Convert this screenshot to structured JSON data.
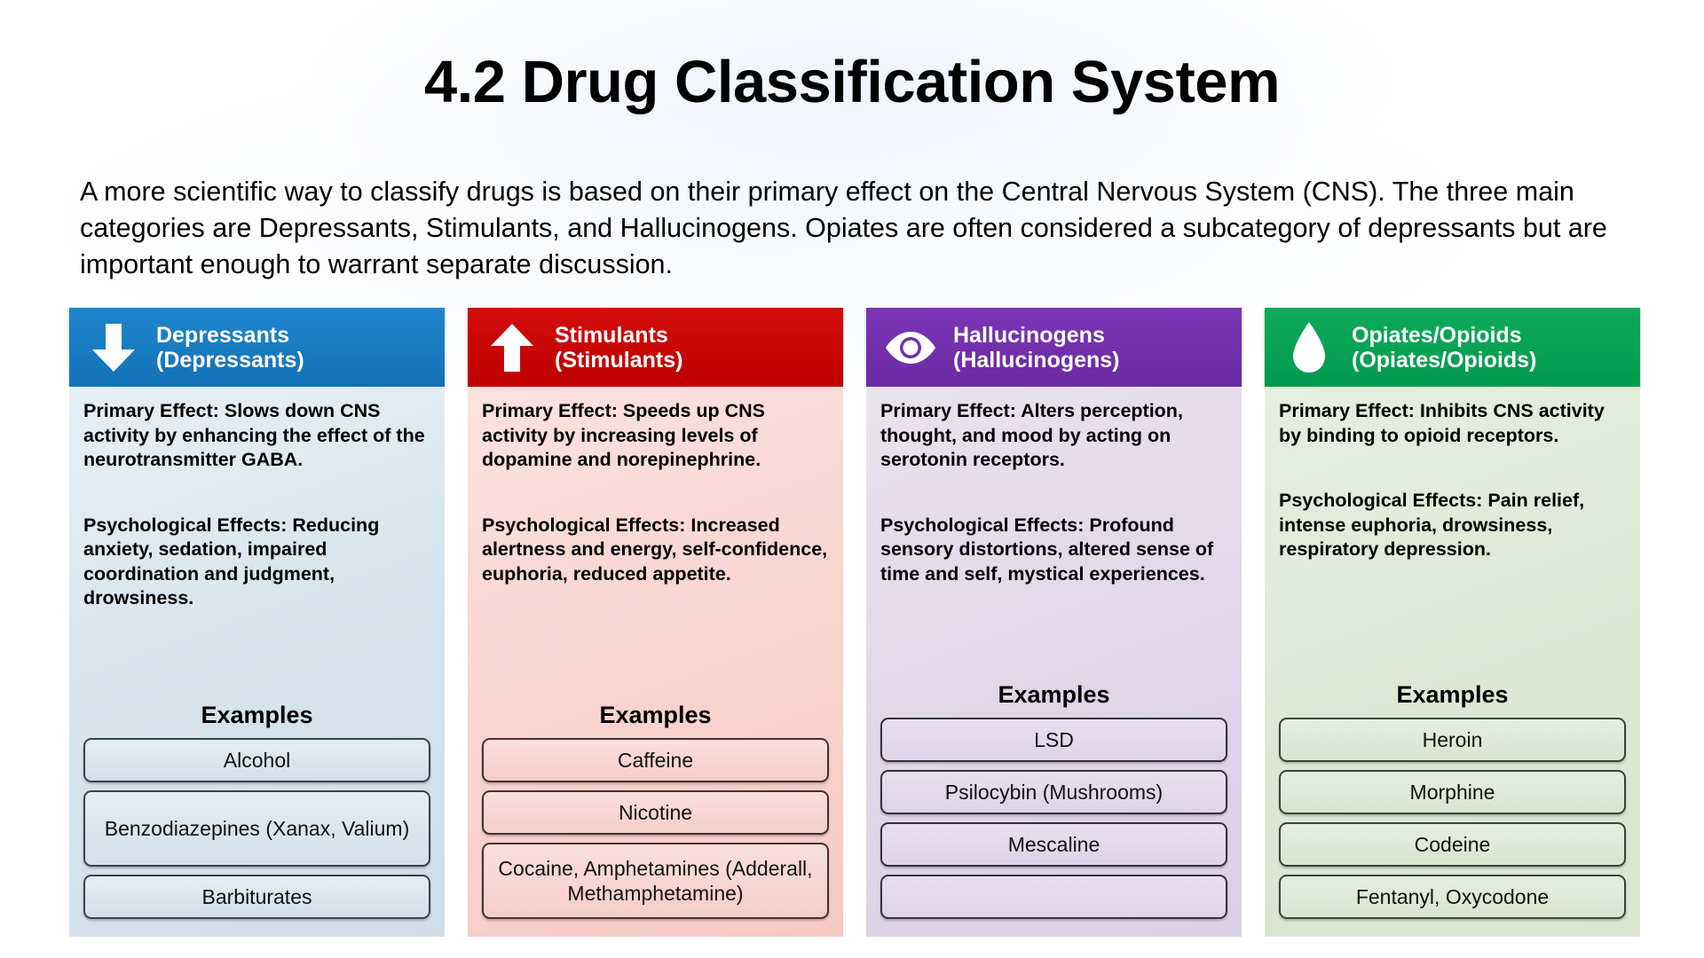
{
  "slide": {
    "title": "4.2 Drug Classification System",
    "intro": "A more scientific way to classify drugs is based on their primary effect on the Central Nervous System (CNS). The three main categories are Depressants, Stimulants, and Hallucinogens. Opiates are often considered a subcategory of depressants but are important enough to warrant separate discussion.",
    "examples_heading": "Examples"
  },
  "colors": {
    "depressants_header": "#1272b6",
    "stimulants_header": "#bd0000",
    "hallucinogens_header": "#6b2aa3",
    "opiates_header": "#009a4e",
    "title_text": "#000000",
    "header_text": "#ffffff"
  },
  "cards": [
    {
      "icon": "down-arrow-icon",
      "title_line1": "Depressants",
      "title_line2": "(Depressants)",
      "primary_effect": "Primary Effect: Slows down CNS activity by enhancing the effect of the neurotransmitter GABA.",
      "psychological_effects": "Psychological Effects: Reducing anxiety, sedation, impaired coordination and judgment, drowsiness.",
      "examples_label": "Examples",
      "examples": [
        "Alcohol",
        "Benzodiazepines (Xanax, Valium)",
        "Barbiturates"
      ]
    },
    {
      "icon": "up-arrow-icon",
      "title_line1": "Stimulants",
      "title_line2": "(Stimulants)",
      "primary_effect": "Primary Effect: Speeds up CNS activity by increasing levels of dopamine and norepinephrine.",
      "psychological_effects": "Psychological Effects: Increased alertness and energy, self-confidence, euphoria, reduced appetite.",
      "examples_label": "Examples",
      "examples": [
        "Caffeine",
        "Nicotine",
        "Cocaine, Amphetamines (Adderall, Methamphetamine)"
      ]
    },
    {
      "icon": "eye-icon",
      "title_line1": "Hallucinogens",
      "title_line2": "(Hallucinogens)",
      "primary_effect": "Primary Effect: Alters perception, thought, and mood by acting on serotonin receptors.",
      "psychological_effects": "Psychological Effects: Profound sensory distortions, altered sense of time and self, mystical experiences.",
      "examples_label": "Examples",
      "examples": [
        "LSD",
        "Psilocybin (Mushrooms)",
        "Mescaline",
        ""
      ]
    },
    {
      "icon": "droplet-icon",
      "title_line1": "Opiates/Opioids",
      "title_line2": "(Opiates/Opioids)",
      "primary_effect": "Primary Effect: Inhibits CNS activity by binding to opioid receptors.",
      "psychological_effects": "Psychological Effects: Pain relief, intense euphoria, drowsiness, respiratory depression.",
      "examples_label": "Examples",
      "examples": [
        "Heroin",
        "Morphine",
        "Codeine",
        "Fentanyl, Oxycodone"
      ]
    }
  ]
}
